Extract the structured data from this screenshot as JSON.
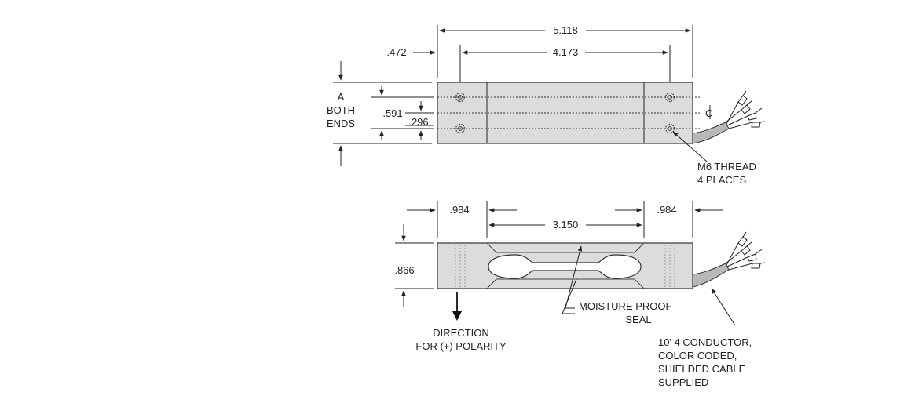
{
  "labels": {
    "dim_total_length": "5.118",
    "dim_hole_spacing": "4.173",
    "dim_hole_offset": ".472",
    "dim_A_line1": "A",
    "dim_A_line2": "BOTH",
    "dim_A_line3": "ENDS",
    "dim_hole_rows": ".591",
    "dim_half_width": ".296",
    "centerline_symbol": "C",
    "thread_line1": "M6 THREAD",
    "thread_line2": "4 PLACES",
    "dim_end_left": ".984",
    "dim_end_right": ".984",
    "dim_slot_length": "3.150",
    "dim_height": ".866",
    "seal_line1": "MOISTURE PROOF",
    "seal_line2": "SEAL",
    "direction_line1": "DIRECTION",
    "direction_line2": "FOR (+) POLARITY",
    "cable_line1": "10' 4 CONDUCTOR,",
    "cable_line2": "COLOR CODED,",
    "cable_line3": "SHIELDED CABLE",
    "cable_line4": "SUPPLIED"
  },
  "colors": {
    "body_fill": "#dcdcdc",
    "cable_fill": "#b8b8b8",
    "line": "#222222"
  }
}
